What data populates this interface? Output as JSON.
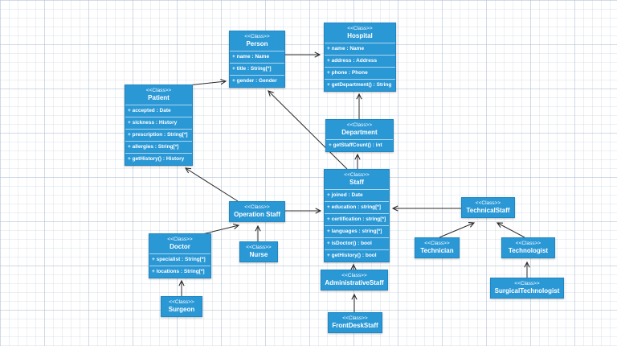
{
  "diagram": {
    "stereotype_label": "<<Class>>",
    "colors": {
      "node_fill": "#2b98d6",
      "node_border": "#1f86c2",
      "node_text": "#ffffff",
      "edge": "#2b2b2b",
      "grid": "#dfe6ee"
    },
    "classes": [
      {
        "id": "person",
        "stereotype": "<<Class>>",
        "name": "Person",
        "members": [
          "+ name : Name",
          "+ title : String[*]",
          "+ gender : Gender"
        ]
      },
      {
        "id": "hospital",
        "stereotype": "<<Class>>",
        "name": "Hospital",
        "members": [
          "+ name : Name",
          "+ address : Address",
          "+ phone : Phone",
          "+ getDepartment() : String"
        ]
      },
      {
        "id": "patient",
        "stereotype": "<<Class>>",
        "name": "Patient",
        "members": [
          "+ accepted : Date",
          "+ sickness : History",
          "+ prescription : String[*]",
          "+ allergies : String[*]",
          "+ getHistory() : History"
        ]
      },
      {
        "id": "department",
        "stereotype": "<<Class>>",
        "name": "Department",
        "members": [
          "+ getStaffCount() : int"
        ]
      },
      {
        "id": "staff",
        "stereotype": "<<Class>>",
        "name": "Staff",
        "members": [
          "+ joined : Date",
          "+ education : string[*]",
          "+ certification : string[*]",
          "+ languages : string[*]",
          "+ isDoctor() : bool",
          "+ getHistory() : bool"
        ]
      },
      {
        "id": "operationstaff",
        "stereotype": "<<Class>>",
        "name": "Operation Staff",
        "members": []
      },
      {
        "id": "technicalstaff",
        "stereotype": "<<Class>>",
        "name": "TechnicalStaff",
        "members": []
      },
      {
        "id": "doctor",
        "stereotype": "<<Class>>",
        "name": "Doctor",
        "members": [
          "+ specialist : String[*]",
          "+ locations : String[*]"
        ]
      },
      {
        "id": "nurse",
        "stereotype": "<<Class>>",
        "name": "Nurse",
        "members": []
      },
      {
        "id": "technician",
        "stereotype": "<<Class>>",
        "name": "Technician",
        "members": []
      },
      {
        "id": "technologist",
        "stereotype": "<<Class>>",
        "name": "Technologist",
        "members": []
      },
      {
        "id": "administrativestaff",
        "stereotype": "<<Class>>",
        "name": "AdministrativeStaff",
        "members": []
      },
      {
        "id": "surgicaltechnologist",
        "stereotype": "<<Class>>",
        "name": "SurgicalTechnologist",
        "members": []
      },
      {
        "id": "surgeon",
        "stereotype": "<<Class>>",
        "name": "Surgeon",
        "members": []
      },
      {
        "id": "frontdeskstaff",
        "stereotype": "<<Class>>",
        "name": "FrontDeskStaff",
        "members": []
      }
    ],
    "relationships": [
      {
        "from": "Person",
        "to": "Hospital"
      },
      {
        "from": "Patient",
        "to": "Person"
      },
      {
        "from": "Staff",
        "to": "Person"
      },
      {
        "from": "Department",
        "to": "Hospital"
      },
      {
        "from": "Staff",
        "to": "Department"
      },
      {
        "from": "Operation Staff",
        "to": "Staff"
      },
      {
        "from": "TechnicalStaff",
        "to": "Staff"
      },
      {
        "from": "Operation Staff",
        "to": "Patient"
      },
      {
        "from": "Doctor",
        "to": "Operation Staff"
      },
      {
        "from": "Nurse",
        "to": "Operation Staff"
      },
      {
        "from": "Surgeon",
        "to": "Doctor"
      },
      {
        "from": "AdministrativeStaff",
        "to": "Staff"
      },
      {
        "from": "FrontDeskStaff",
        "to": "AdministrativeStaff"
      },
      {
        "from": "Technician",
        "to": "TechnicalStaff"
      },
      {
        "from": "Technologist",
        "to": "TechnicalStaff"
      },
      {
        "from": "SurgicalTechnologist",
        "to": "Technologist"
      }
    ]
  }
}
